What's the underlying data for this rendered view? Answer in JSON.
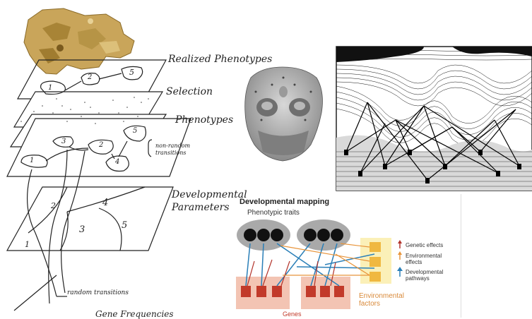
{
  "left_diagram": {
    "labels": {
      "realized_phenotypes": "Realized Phenotypes",
      "selection": "Selection",
      "phenotypes": "Phenotypes",
      "non_random": "non-random",
      "transitions": "transitions",
      "developmental": "Developmental",
      "parameters": "Parameters",
      "random_transitions": "random transitions",
      "gene_frequencies": "Gene Frequencies"
    },
    "numbers": {
      "realized": [
        "1",
        "2",
        "5"
      ],
      "phenotypes": [
        "1",
        "2",
        "3",
        "4",
        "5"
      ],
      "regions": [
        "1",
        "2",
        "3",
        "4",
        "5"
      ]
    }
  },
  "developmental_mapping": {
    "title": "Developmental mapping",
    "subtitle": "Phenotypic traits",
    "legend": {
      "genetic": "Genetic effects",
      "environmental_1": "Environmental",
      "environmental_2": "effects",
      "developmental_1": "Developmental",
      "developmental_2": "pathways"
    },
    "env_factors_1": "Environmental",
    "env_factors_2": "factors",
    "genes": "Genes",
    "colors": {
      "genetic": "#b2322a",
      "environmental": "#e8943a",
      "developmental": "#2a7fb8",
      "gene_box": "#f3c4b3",
      "env_box": "#fbf0b8"
    }
  }
}
